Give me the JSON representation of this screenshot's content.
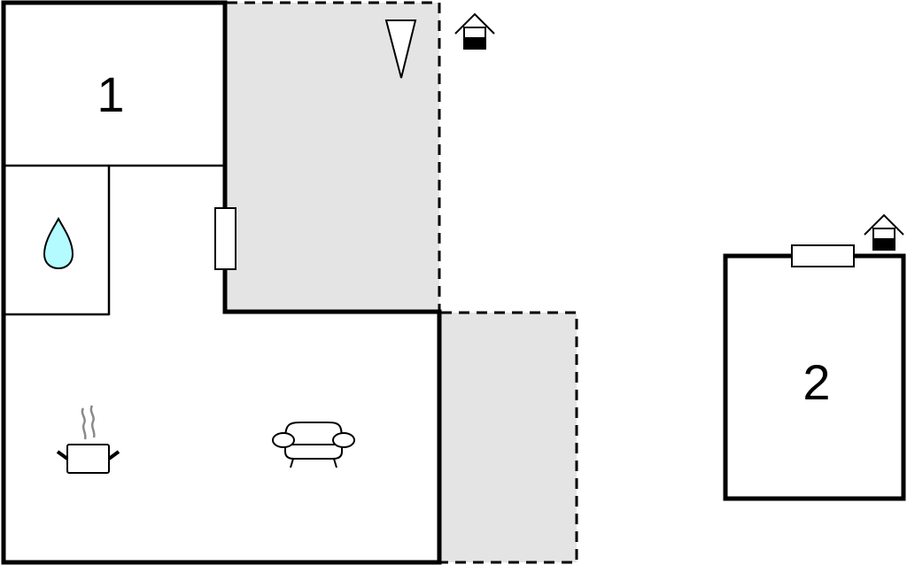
{
  "diagram": {
    "type": "floor-plan",
    "colors": {
      "wall": "#000000",
      "terrace_fill": "#e4e4e4",
      "water_drop": "#b3fbff",
      "steam": "#8a8a8a",
      "background": "#ffffff"
    },
    "rooms": [
      {
        "id": "bedroom-1",
        "label": "1"
      },
      {
        "id": "bedroom-2",
        "label": "2"
      }
    ],
    "icons": [
      {
        "name": "bathroom-water-drop-icon",
        "room": "bathroom"
      },
      {
        "name": "kitchen-pot-icon",
        "room": "living-kitchen"
      },
      {
        "name": "sofa-icon",
        "room": "living-kitchen"
      },
      {
        "name": "north-arrow-icon",
        "room": "terrace"
      },
      {
        "name": "entrance-house-icon",
        "room": "main-building"
      },
      {
        "name": "entrance-house-icon",
        "room": "bedroom-2"
      }
    ],
    "areas": [
      {
        "id": "terrace-upper",
        "style": "dashed",
        "fill": "gray"
      },
      {
        "id": "terrace-lower",
        "style": "dashed",
        "fill": "gray"
      }
    ]
  }
}
